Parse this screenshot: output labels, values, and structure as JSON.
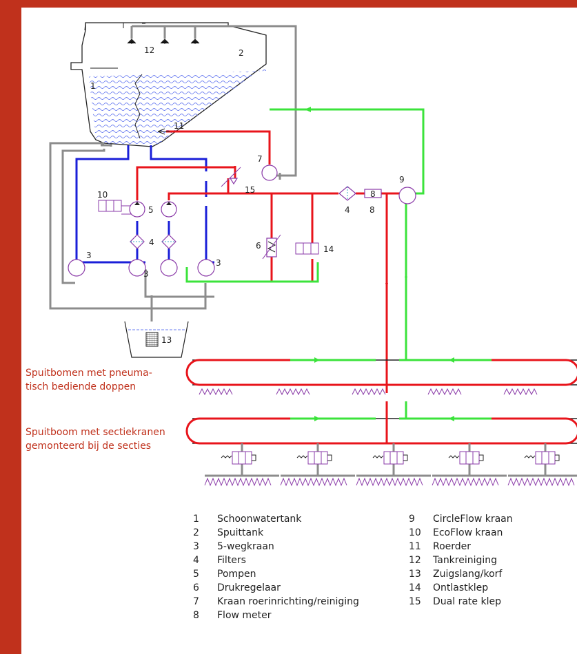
{
  "colors": {
    "border": "#c0311c",
    "pressure_line": "#e8141b",
    "return_line": "#3be33b",
    "suction_line": "#1a1fd8",
    "tank_line": "#8c8c8c",
    "liquid": "#6a7cf0",
    "component": "#8a3aa8"
  },
  "component_numbers": {
    "tank_clean": "1",
    "tank_main": "2",
    "valve_5way": "3",
    "filter": "4",
    "pump": "5",
    "pressure_regulator": "6",
    "stirrer_valve": "7",
    "flow_meter": "8",
    "circleflow": "9",
    "ecoflow": "10",
    "stirrer": "11",
    "tank_cleaning": "12",
    "suction_basket": "13",
    "relief_valve": "14",
    "dual_rate": "15"
  },
  "captions": {
    "boom_pneumatic_line1": "Spuitbomen met pneuma-",
    "boom_pneumatic_line2": "tisch bediende doppen",
    "boom_section_line1": "Spuitboom met sectiekranen",
    "boom_section_line2": "gemonteerd bij de secties"
  },
  "legend": {
    "left": [
      {
        "num": "1",
        "label": "Schoonwatertank"
      },
      {
        "num": "2",
        "label": "Spuittank"
      },
      {
        "num": "3",
        "label": "5-wegkraan"
      },
      {
        "num": "4",
        "label": "Filters"
      },
      {
        "num": "5",
        "label": "Pompen"
      },
      {
        "num": "6",
        "label": "Drukregelaar"
      },
      {
        "num": "7",
        "label": "Kraan roerinrichting/reiniging"
      },
      {
        "num": "8",
        "label": "Flow meter"
      }
    ],
    "right": [
      {
        "num": "9",
        "label": "CircleFlow kraan"
      },
      {
        "num": "10",
        "label": "EcoFlow kraan"
      },
      {
        "num": "11",
        "label": "Roerder"
      },
      {
        "num": "12",
        "label": "Tankreiniging"
      },
      {
        "num": "13",
        "label": "Zuigslang/korf"
      },
      {
        "num": "14",
        "label": "Ontlastklep"
      },
      {
        "num": "15",
        "label": "Dual rate klep"
      }
    ]
  }
}
